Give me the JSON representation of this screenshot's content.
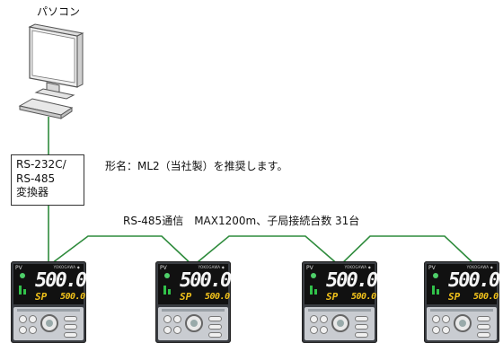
{
  "pc": {
    "label": "パソコン"
  },
  "converter": {
    "lines": [
      "RS-232C/",
      "RS-485",
      "変換器"
    ]
  },
  "notes": {
    "model": "形名：ML2（当社製）を推奨します。",
    "bus": "RS-485通信　MAX1200m、子局接続台数 31台"
  },
  "controller": {
    "pv_tag": "PV",
    "brand": "YOKOGAWA ◆",
    "pv_value": "500.0",
    "sp_tag": "SP",
    "sp_value": "500.0"
  },
  "colors": {
    "line": "#2e8b3c",
    "pv_digits": "#f4f4f4",
    "sp_digits": "#f2c21b"
  }
}
